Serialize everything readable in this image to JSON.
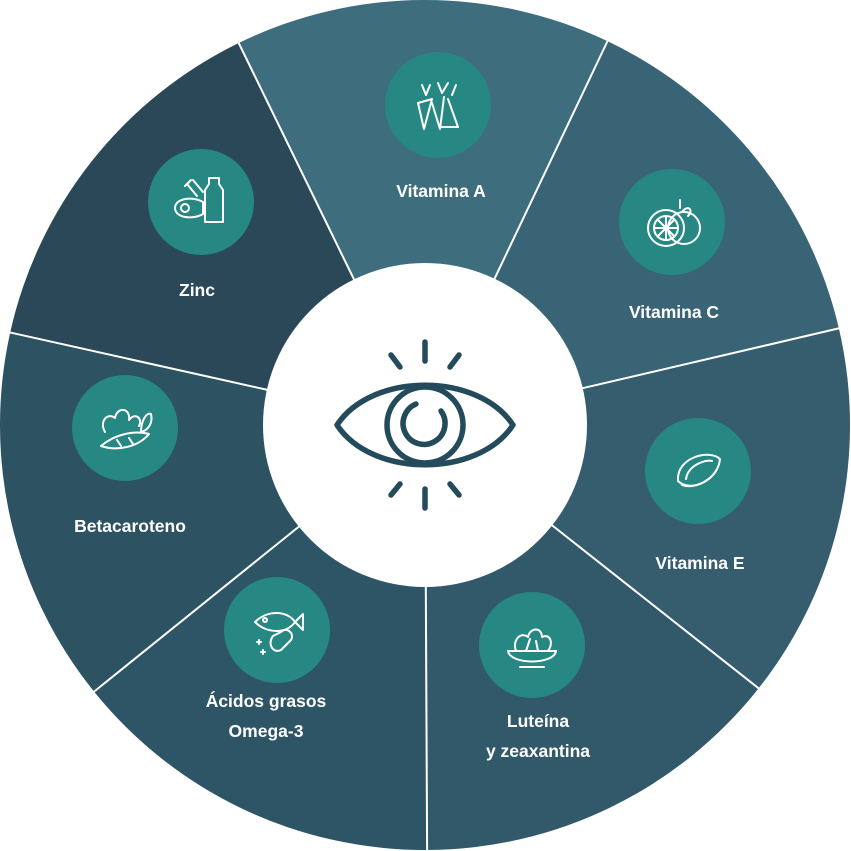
{
  "colors": {
    "background": "#ffffff",
    "icon_circle": "#268783",
    "divider": "#ffffff",
    "center_icon": "#244b5b",
    "label": "#ffffff"
  },
  "segments": [
    {
      "label_lines": [
        "Vitamina A"
      ],
      "icon": "carrots-icon",
      "color": "#3e6d7e"
    },
    {
      "label_lines": [
        "Vitamina C"
      ],
      "icon": "orange-icon",
      "color": "#396475"
    },
    {
      "label_lines": [
        "Vitamina E"
      ],
      "icon": "almond-icon",
      "color": "#355d6d"
    },
    {
      "label_lines": [
        "Luteína",
        "y zeaxantina"
      ],
      "icon": "salad-bowl-icon",
      "color": "#325969"
    },
    {
      "label_lines": [
        "Ácidos grasos",
        "Omega-3"
      ],
      "icon": "fish-capsule-icon",
      "color": "#2e5565"
    },
    {
      "label_lines": [
        "Betacaroteno"
      ],
      "icon": "carrot-greens-icon",
      "color": "#2d5262"
    },
    {
      "label_lines": [
        "Zinc"
      ],
      "icon": "meat-bottle-icon",
      "color": "#2a4858"
    }
  ],
  "center": {
    "icon": "eye-icon"
  }
}
